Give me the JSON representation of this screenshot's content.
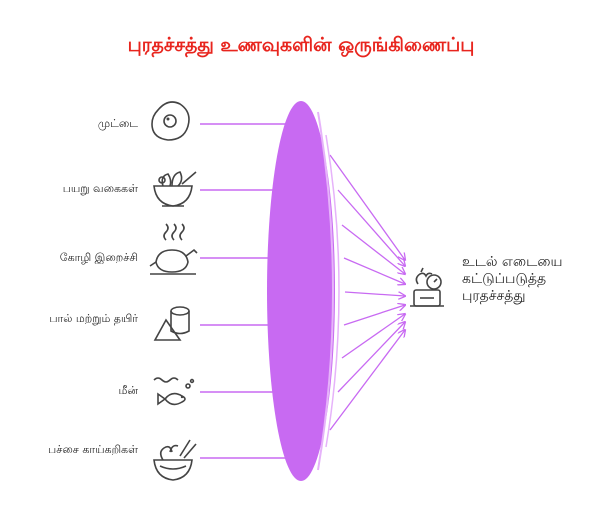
{
  "title": "புரதச்சத்து உணவுகளின் ஒருங்கிணைப்பு",
  "sources": [
    {
      "label": "முட்டை",
      "icon": "egg-icon"
    },
    {
      "label": "பயறு வகைகள்",
      "icon": "lentil-bowl-icon"
    },
    {
      "label": "கோழி இறைச்சி",
      "icon": "roast-chicken-icon"
    },
    {
      "label": "பால் மற்றும் தயிர்",
      "icon": "milk-curd-icon"
    },
    {
      "label": "மீன்",
      "icon": "fish-icon"
    },
    {
      "label": "பச்சை காய்கறிகள்",
      "icon": "vegetables-bowl-icon"
    }
  ],
  "target": {
    "label": "உடல் எடையை கட்டுப்படுத்த புரதச்சத்து",
    "icon": "weight-scale-icon"
  },
  "colors": {
    "title": "#e8251e",
    "lens": "#c86af2",
    "lens_highlight": "#e6b3fa",
    "line": "#c86af2",
    "icon": "#444444"
  }
}
